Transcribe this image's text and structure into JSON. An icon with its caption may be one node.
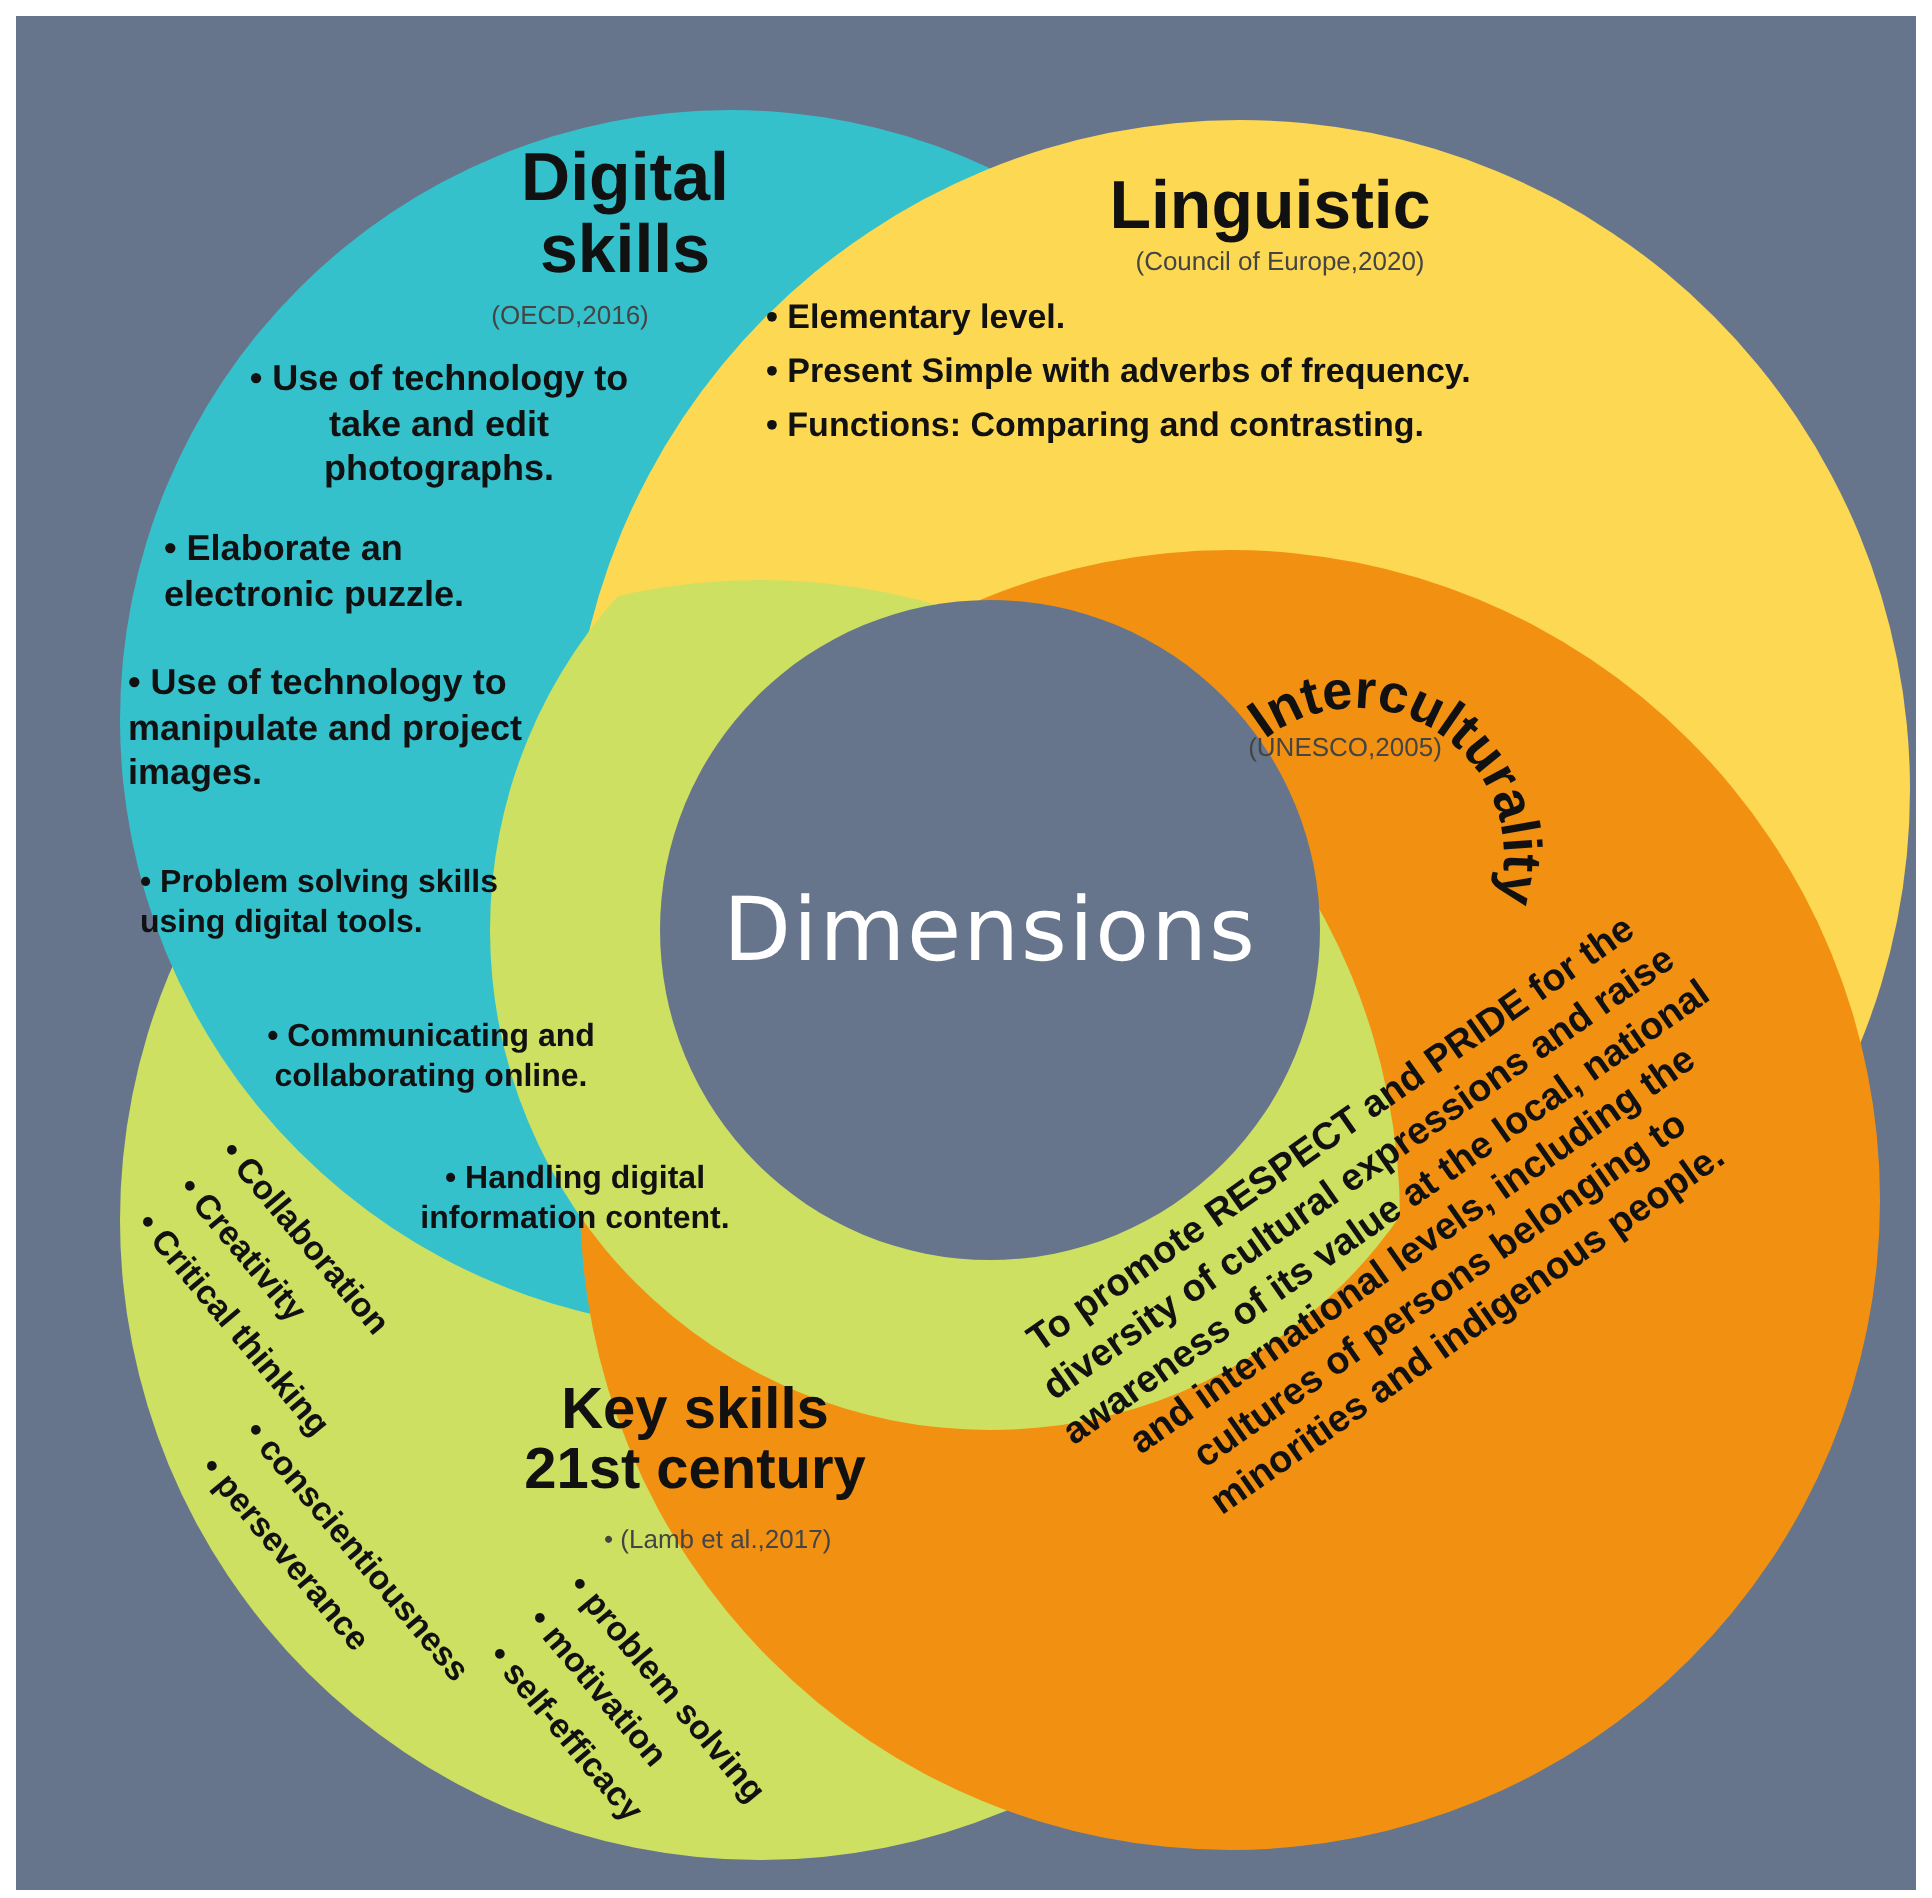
{
  "diagram": {
    "nodes": [
      {
        "text": [
          "Digital skills",
          "(OECD,2016)",
          "• Use of technology to take and edit photographs.",
          "• Elaborate an electronic puzzle.",
          "• Use of technology to manipulate and project images.",
          "• Problem solving skills using digital tools.",
          "• Communicating and collaborating online.",
          "• Handling digital information content."
        ]
      },
      {
        "text": [
          "Linguistic",
          "(Council of Europe,2020)",
          "• Elementary level.",
          "• Present Simple with adverbs of frequency.",
          "• Functions: Comparing and contrasting."
        ]
      },
      {
        "text": [
          "Interculturality",
          "(UNESCO,2005)",
          "To promote RESPECT and PRIDE for the diversity of cultural expressions and raise awareness of its value at the local, national and international levels, including the cultures of persons belonging to minorities and indigenous people."
        ]
      },
      {
        "text": [
          "Dimensions"
        ]
      },
      {
        "text": [
          "Key skills 21st century",
          "• (Lamb et al.,2017)",
          "• Collaboration",
          "• Creativity",
          "• Critical thinking",
          "• conscientiousness",
          "• perseverance",
          "• problem solving",
          "• motivation",
          "• self-efficacy"
        ]
      }
    ]
  }
}
